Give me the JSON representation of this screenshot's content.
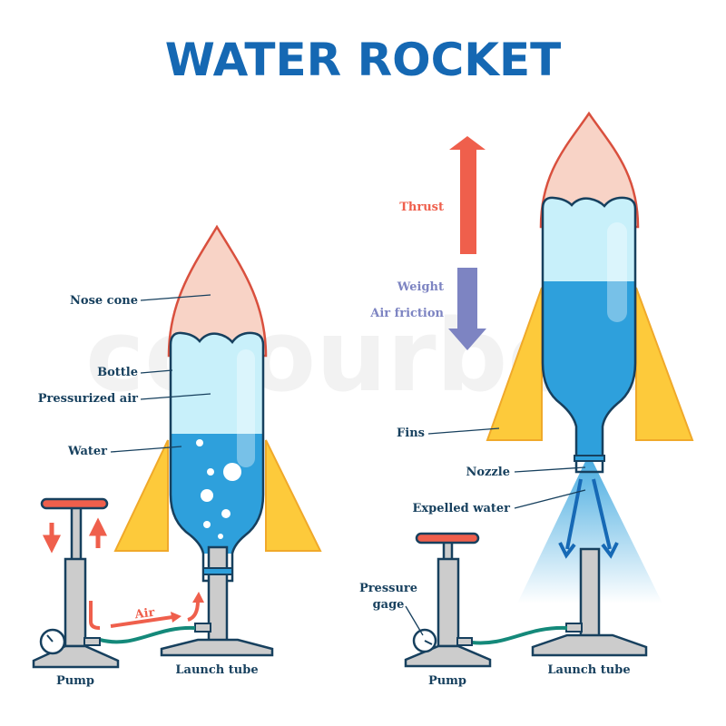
{
  "title": "WATER ROCKET",
  "watermark": "colourbox",
  "left": {
    "nose_cone": "Nose cone",
    "bottle": "Bottle",
    "pressurized_air": "Pressurized air",
    "water": "Water",
    "air": "Air",
    "pump": "Pump",
    "launch_tube": "Launch tube"
  },
  "right": {
    "thrust": "Thrust",
    "weight": "Weight",
    "air_friction": "Air friction",
    "fins": "Fins",
    "nozzle": "Nozzle",
    "expelled_water": "Expelled water",
    "pressure": "Pressure",
    "gage": "gage",
    "pump": "Pump",
    "launch_tube": "Launch tube"
  },
  "colors": {
    "title": "#1568b3",
    "nose": "#f8d3c6",
    "air": "#c8f0fa",
    "water": "#2ea0dc",
    "fin": "#fdca3b",
    "arrow_red": "#ef5f4c",
    "arrow_purple": "#7d84c2",
    "hose": "#14897a"
  }
}
